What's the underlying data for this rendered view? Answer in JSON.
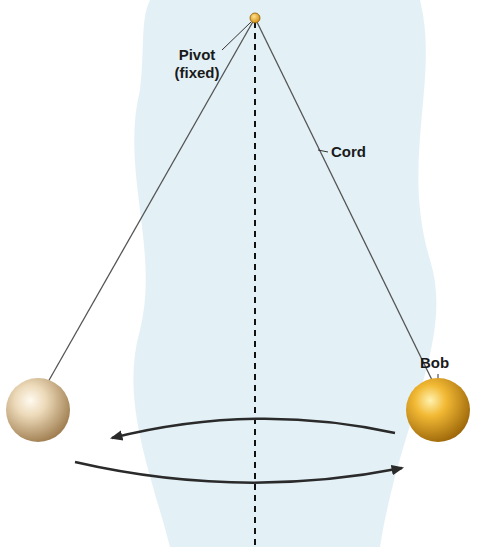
{
  "diagram": {
    "labels": [
      "Pivot (fixed)",
      "Cord",
      "Bob"
    ]
  }
}
